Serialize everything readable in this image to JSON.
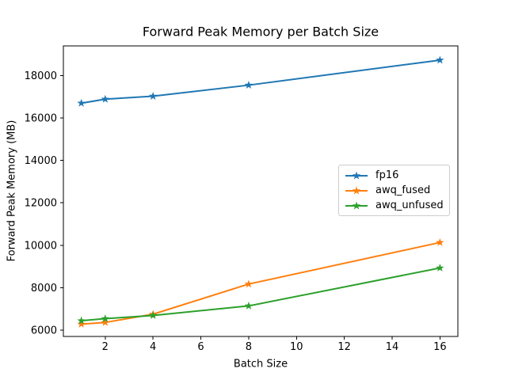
{
  "chart_data": {
    "type": "line",
    "title": "Forward Peak Memory per Batch Size",
    "xlabel": "Batch Size",
    "ylabel": "Forward Peak Memory (MB)",
    "x": [
      1,
      2,
      4,
      8,
      16
    ],
    "series": [
      {
        "name": "fp16",
        "color": "#1f77b4",
        "values": [
          16700,
          16890,
          17030,
          17550,
          18730
        ]
      },
      {
        "name": "awq_fused",
        "color": "#ff7f0e",
        "values": [
          6280,
          6360,
          6750,
          8170,
          10130
        ]
      },
      {
        "name": "awq_unfused",
        "color": "#2ca02c",
        "values": [
          6440,
          6540,
          6690,
          7140,
          8930
        ]
      }
    ],
    "xticks": [
      2,
      4,
      6,
      8,
      10,
      12,
      14,
      16
    ],
    "yticks": [
      6000,
      8000,
      10000,
      12000,
      14000,
      16000,
      18000
    ],
    "xlim": [
      0.25,
      16.75
    ],
    "ylim": [
      5700,
      19400
    ],
    "marker": "star",
    "grid": false,
    "legend_position": "center right",
    "axis_color": "#000000",
    "background_color": "#ffffff"
  }
}
